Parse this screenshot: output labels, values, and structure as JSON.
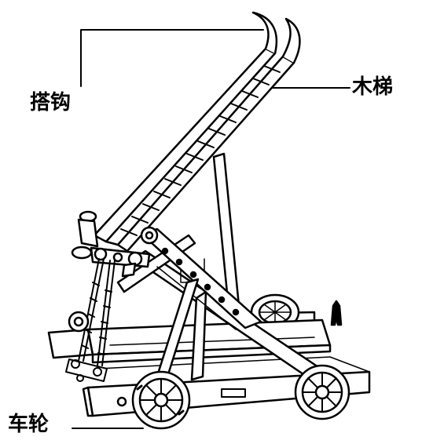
{
  "labels": {
    "hook": "搭钩",
    "ladder": "木梯",
    "wheel": "车轮"
  },
  "colors": {
    "ink": "#000000",
    "paper": "#ffffff"
  }
}
